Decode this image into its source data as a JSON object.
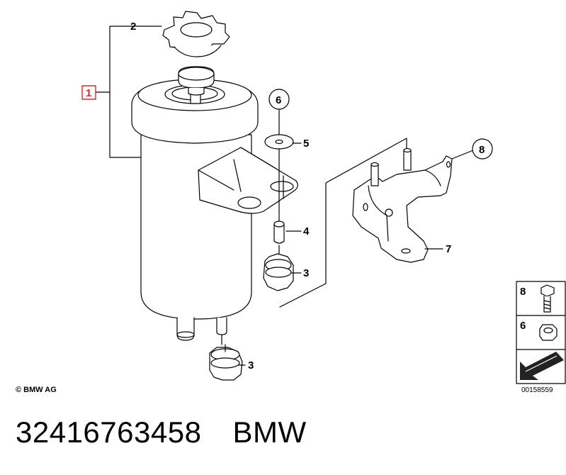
{
  "callouts": {
    "c1": "1",
    "c2": "2",
    "c3a": "3",
    "c3b": "3",
    "c4": "4",
    "c5": "5",
    "c6": "6",
    "c7": "7",
    "c8": "8"
  },
  "legend": {
    "bolt_number": "8",
    "nut_number": "6",
    "drawing_number": "00158559"
  },
  "copyright": "© BMW AG",
  "footer": {
    "part_number": "32416763458",
    "brand": "BMW"
  },
  "colors": {
    "highlight": "#e0202a",
    "line": "#000000"
  }
}
